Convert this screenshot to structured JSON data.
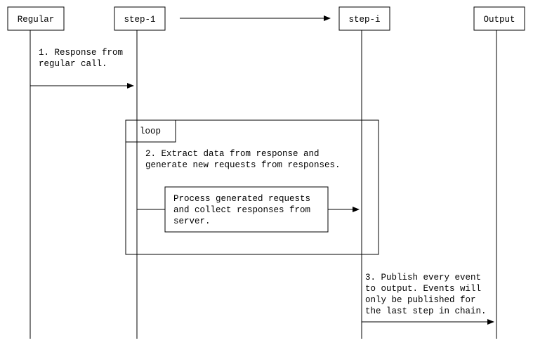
{
  "participants": [
    {
      "id": "regular",
      "label": "Regular"
    },
    {
      "id": "step1",
      "label": "step-1"
    },
    {
      "id": "stepi",
      "label": "step-i"
    },
    {
      "id": "output",
      "label": "Output"
    }
  ],
  "messages": [
    {
      "id": "msg1",
      "lines": [
        "1. Response from",
        "regular call."
      ]
    },
    {
      "id": "msg2",
      "lines": [
        "2. Extract data from response and",
        "generate new requests from responses."
      ]
    },
    {
      "id": "msg3",
      "lines": [
        "3. Publish every event",
        "to output. Events will",
        "only be published for",
        "the last step in chain."
      ]
    }
  ],
  "loop": {
    "label": "loop"
  },
  "process_box": {
    "lines": [
      "Process generated requests",
      "and collect responses from",
      "server."
    ]
  }
}
